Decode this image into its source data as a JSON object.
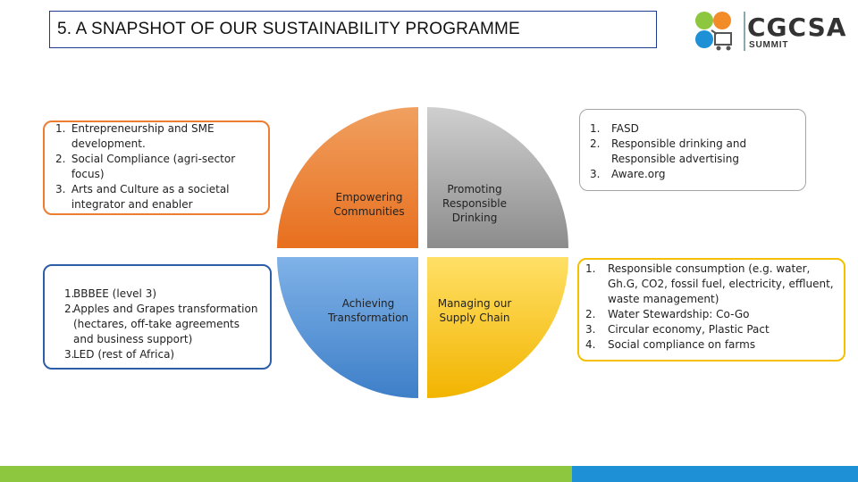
{
  "slide": {
    "title": "5. A SNAPSHOT OF OUR SUSTAINABILITY PROGRAMME",
    "logo": {
      "wordmark": "CGCSA",
      "subtitle": "SUMMIT"
    }
  },
  "quadrants": [
    {
      "label": "Empowering Communities",
      "color": "#ef8a3c"
    },
    {
      "label": "Promoting Responsible Drinking",
      "color": "#a5a5a5"
    },
    {
      "label": "Achieving Transformation",
      "color": "#4b8fd2"
    },
    {
      "label": "Managing our Supply Chain",
      "color": "#f5c000"
    }
  ],
  "boxes": {
    "top_left": {
      "border": "#ed7d31",
      "items": [
        {
          "num": "1.",
          "text": "Entrepreneurship and SME development."
        },
        {
          "num": "2.",
          "text": "Social Compliance (agri-sector focus)"
        },
        {
          "num": "3.",
          "text": "Arts and Culture as a societal integrator and enabler"
        }
      ]
    },
    "bottom_left": {
      "border": "#2e5ea8",
      "items": [
        {
          "num": "1.",
          "text": "BBBEE (level 3)"
        },
        {
          "num": "2.",
          "text": "Apples and Grapes transformation (hectares, off-take agreements and business support)"
        },
        {
          "num": "3.",
          "text": "LED (rest of Africa)"
        }
      ]
    },
    "top_right": {
      "border": "#a5a5a5",
      "items": [
        {
          "num": "1.",
          "text": "FASD"
        },
        {
          "num": "2.",
          "text": "Responsible drinking and Responsible advertising"
        },
        {
          "num": "3.",
          "text": "Aware.org"
        }
      ]
    },
    "bottom_right": {
      "border": "#f5c000",
      "items": [
        {
          "num": "1.",
          "text": "Responsible consumption (e.g. water, Gh.G, CO2, fossil fuel, electricity, effluent, waste management)"
        },
        {
          "num": "2.",
          "text": "Water Stewardship: Co-Go"
        },
        {
          "num": "3.",
          "text": "Circular economy, Plastic Pact"
        },
        {
          "num": "4.",
          "text": "Social compliance on farms"
        }
      ]
    }
  },
  "footer_colors": [
    "#8dc63f",
    "#1e90d6"
  ]
}
